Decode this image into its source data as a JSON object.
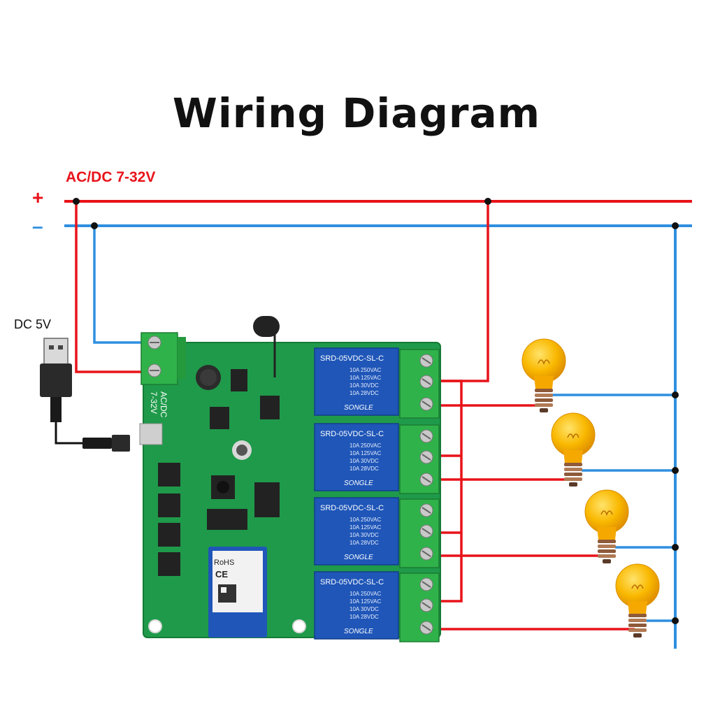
{
  "title": "Wiring Diagram",
  "supply_label": "AC/DC 7-32V",
  "plus_sign": "+",
  "minus_sign": "–",
  "usb_label": "DC 5V",
  "board": {
    "terminal_label_1": "AC/DC",
    "terminal_label_2": "7-32V",
    "relay_model": "SRD-05VDC-SL-C",
    "relay_ratings": [
      "10A 250VAC",
      "10A 125VAC",
      "10A 30VDC",
      "10A 28VDC"
    ],
    "relay_brand": "SONGLE",
    "module_text": "RoHS",
    "module_ce": "CE"
  },
  "colors": {
    "positive": "#e8131a",
    "negative": "#2f8fe0",
    "pcb": "#1f9a4a",
    "relay": "#1f56b8",
    "terminal": "#2fb24a",
    "bulb": "#f7b500"
  },
  "icons": [
    "usb-plug-icon",
    "antenna-icon",
    "light-bulb-icon"
  ]
}
